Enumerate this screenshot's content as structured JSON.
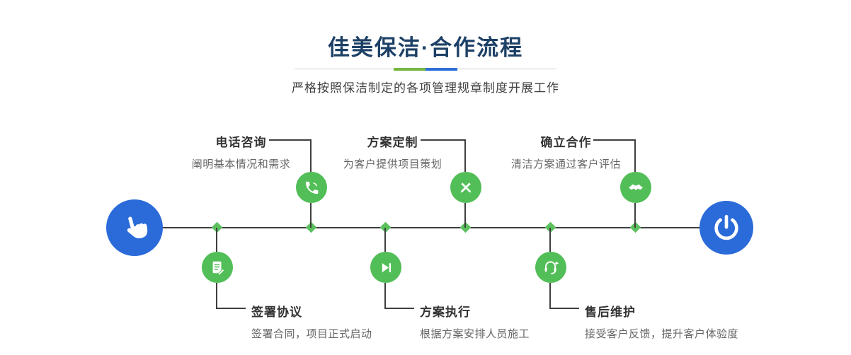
{
  "header": {
    "title": "佳美保洁·合作流程",
    "subtitle": "严格按照保洁制定的各项管理规章制度开展工作"
  },
  "flow": {
    "start": {
      "icon": "hand-pointer-icon"
    },
    "end": {
      "icon": "power-icon"
    },
    "steps_top": [
      {
        "title": "电话咨询",
        "desc": "阐明基本情况和需求",
        "icon": "phone-icon"
      },
      {
        "title": "方案定制",
        "desc": "为客户提供项目策划",
        "icon": "design-pencil-icon"
      },
      {
        "title": "确立合作",
        "desc": "清洁方案通过客户评估",
        "icon": "handshake-icon"
      }
    ],
    "steps_bottom": [
      {
        "title": "签署协议",
        "desc": "签署合同，项目正式启动",
        "icon": "contract-icon"
      },
      {
        "title": "方案执行",
        "desc": "根据方案安排人员施工",
        "icon": "play-forward-icon"
      },
      {
        "title": "售后维护",
        "desc": "接受客户反馈，提升客户体验度",
        "icon": "headset-support-icon"
      }
    ]
  },
  "colors": {
    "title_navy": "#1d4066",
    "accent_blue": "#2b6bd9",
    "accent_green": "#52be57",
    "divider_green": "#76b843",
    "divider_blue": "#2e6fd8",
    "line_dark": "#3f3f3f"
  }
}
